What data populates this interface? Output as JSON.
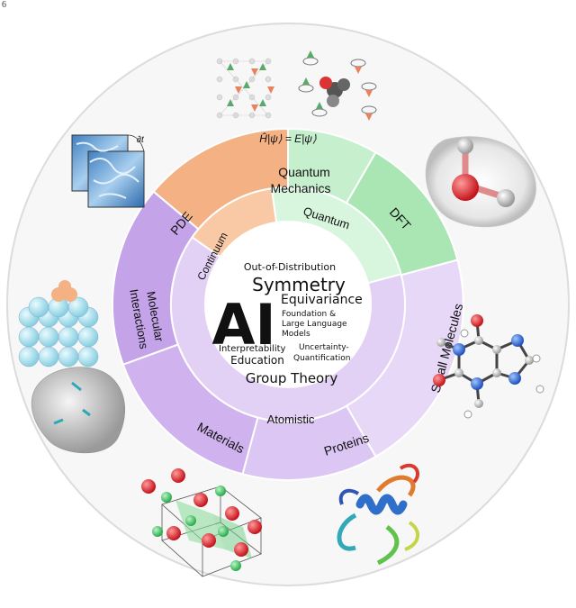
{
  "page_number": "6",
  "equation": "Ĥ|ψ⟩ = E|ψ⟩",
  "partial_label": "∂t",
  "center": {
    "ai": "AI",
    "symmetry": "Symmetry",
    "out_of_distribution": "Out-of-Distribution",
    "equivariance": "Equivariance",
    "foundation_line1": "Foundation &",
    "foundation_line2": "Large Language",
    "foundation_line3": "Models",
    "interpretability": "Interpretability",
    "uncertainty_line1": "Uncertainty-",
    "uncertainty_line2": "Quantification",
    "education": "Education",
    "group_theory": "Group Theory"
  },
  "inner_ring": {
    "continuum": "Continuum",
    "quantum": "Quantum",
    "atomistic": "Atomistic"
  },
  "outer_ring": {
    "pde": "PDE",
    "quantum_mechanics_line1": "Quantum",
    "quantum_mechanics_line2": "Mechanics",
    "dft": "DFT",
    "small_molecules": "Small Molecules",
    "proteins": "Proteins",
    "materials": "Materials",
    "molecular_interactions_line1": "Molecular",
    "molecular_interactions_line2": "Interactions"
  },
  "colors": {
    "continuum": "#f4b183",
    "quantum": "#c6efce",
    "atomistic": "#d9c2f0",
    "continuum_dark": "#f0a070",
    "quantum_dark": "#a9e6b4",
    "atomistic_dark": "#c4a3e8"
  }
}
